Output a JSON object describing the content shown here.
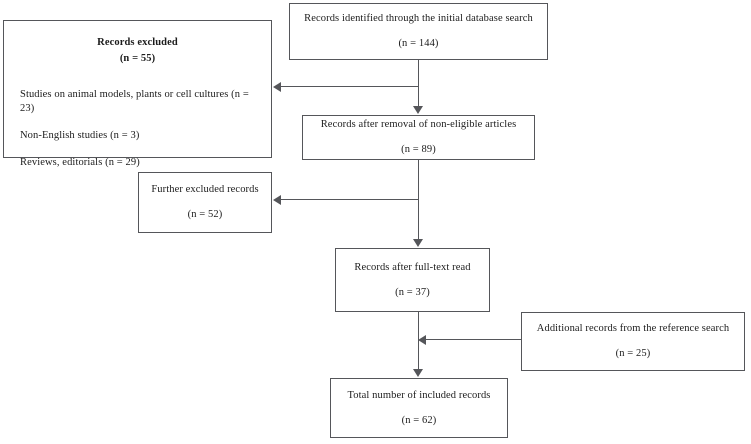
{
  "diagram": {
    "type": "prisma-flow-diagram",
    "stroke_color": "#55565a",
    "background_color": "#ffffff",
    "text_color": "#1c1c1c",
    "nodes": {
      "identified": {
        "label": "Records identified through the initial database search",
        "count": "(n = 144)"
      },
      "after_removal": {
        "label": "Records after removal of non-eligible articles",
        "count": "(n = 89)"
      },
      "excluded": {
        "label": "Records excluded",
        "count": "(n = 55)",
        "reasons": [
          "Studies on animal models, plants or cell cultures (n = 23)",
          "Non-English studies (n = 3)",
          "Reviews, editorials (n = 29)"
        ]
      },
      "further_excluded": {
        "label": "Further excluded records",
        "count": "(n = 52)"
      },
      "after_fulltext": {
        "label": "Records after full-text read",
        "count": "(n = 37)"
      },
      "additional": {
        "label": "Additional records from the reference search",
        "count": "(n = 25)"
      },
      "total_included": {
        "label": "Total number of included records",
        "count": "(n = 62)"
      }
    }
  }
}
